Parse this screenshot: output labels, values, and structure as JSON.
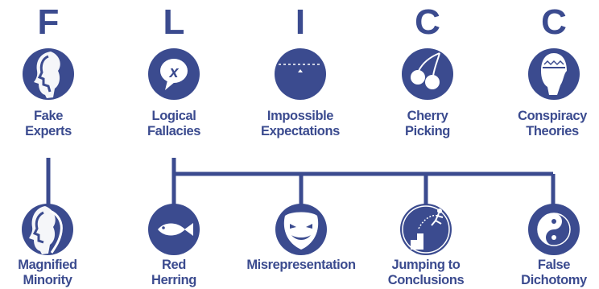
{
  "colors": {
    "primary": "#3b4b8f",
    "white": "#ffffff"
  },
  "letters": [
    "F",
    "L",
    "I",
    "C",
    "C"
  ],
  "categories": [
    {
      "lines": [
        "Fake",
        "Experts"
      ],
      "icon": "face-profile-icon"
    },
    {
      "lines": [
        "Logical",
        "Fallacies"
      ],
      "icon": "speech-bubble-x-icon"
    },
    {
      "lines": [
        "Impossible",
        "Expectations"
      ],
      "icon": "dotted-line-icon"
    },
    {
      "lines": [
        "Cherry",
        "Picking"
      ],
      "icon": "cherries-icon"
    },
    {
      "lines": [
        "Conspiracy",
        "Theories"
      ],
      "icon": "tinfoil-hat-head-icon"
    }
  ],
  "subcategories": [
    {
      "lines": [
        "Magnified",
        "Minority"
      ],
      "icon": "magnified-face-icon",
      "parent": "Fake Experts"
    },
    {
      "lines": [
        "Red",
        "Herring"
      ],
      "icon": "fish-icon",
      "parent": "Logical Fallacies"
    },
    {
      "lines": [
        "Misrepresentation"
      ],
      "icon": "mask-icon",
      "parent": "Logical Fallacies"
    },
    {
      "lines": [
        "Jumping to",
        "Conclusions"
      ],
      "icon": "stairs-jumper-icon",
      "parent": "Logical Fallacies"
    },
    {
      "lines": [
        "False",
        "Dichotomy"
      ],
      "icon": "yin-yang-icon",
      "parent": "Logical Fallacies"
    }
  ]
}
